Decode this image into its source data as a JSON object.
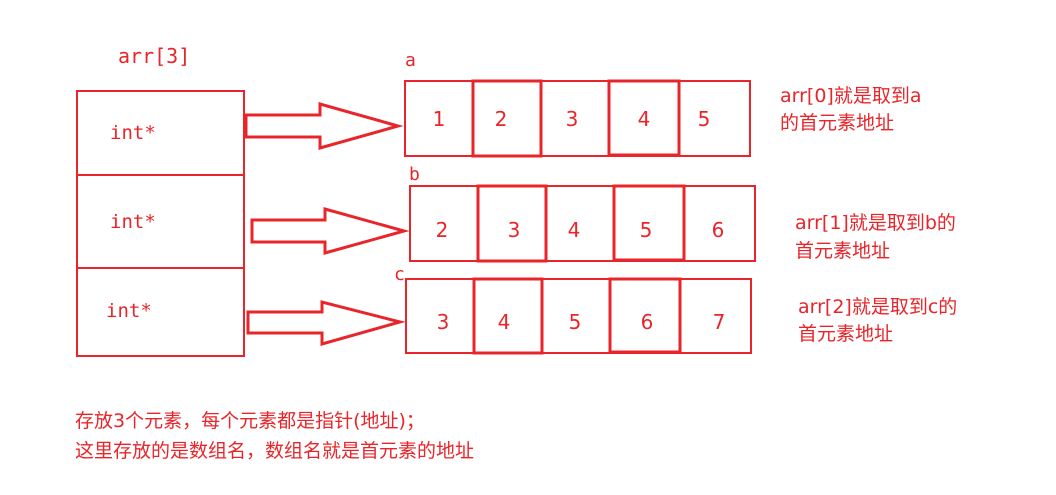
{
  "pointer_array": {
    "title": "arr[3]",
    "cells": [
      {
        "label": "int*"
      },
      {
        "label": "int*"
      },
      {
        "label": "int*"
      }
    ]
  },
  "rows": [
    {
      "name": "a",
      "values": [
        "1",
        "2",
        "3",
        "4",
        "5"
      ],
      "note_line1": "arr[0]就是取到a",
      "note_line2": "的首元素地址"
    },
    {
      "name": "b",
      "values": [
        "2",
        "3",
        "4",
        "5",
        "6"
      ],
      "note_line1": "arr[1]就是取到b的",
      "note_line2": "首元素地址"
    },
    {
      "name": "c",
      "values": [
        "3",
        "4",
        "5",
        "6",
        "7"
      ],
      "note_line1": "arr[2]就是取到c的",
      "note_line2": "首元素地址"
    }
  ],
  "footer": {
    "line1": "存放3个元素，每个元素都是指针(地址)；",
    "line2": "这里存放的是数组名，数组名就是首元素的地址"
  },
  "colors": {
    "ink": "#e8252a"
  }
}
